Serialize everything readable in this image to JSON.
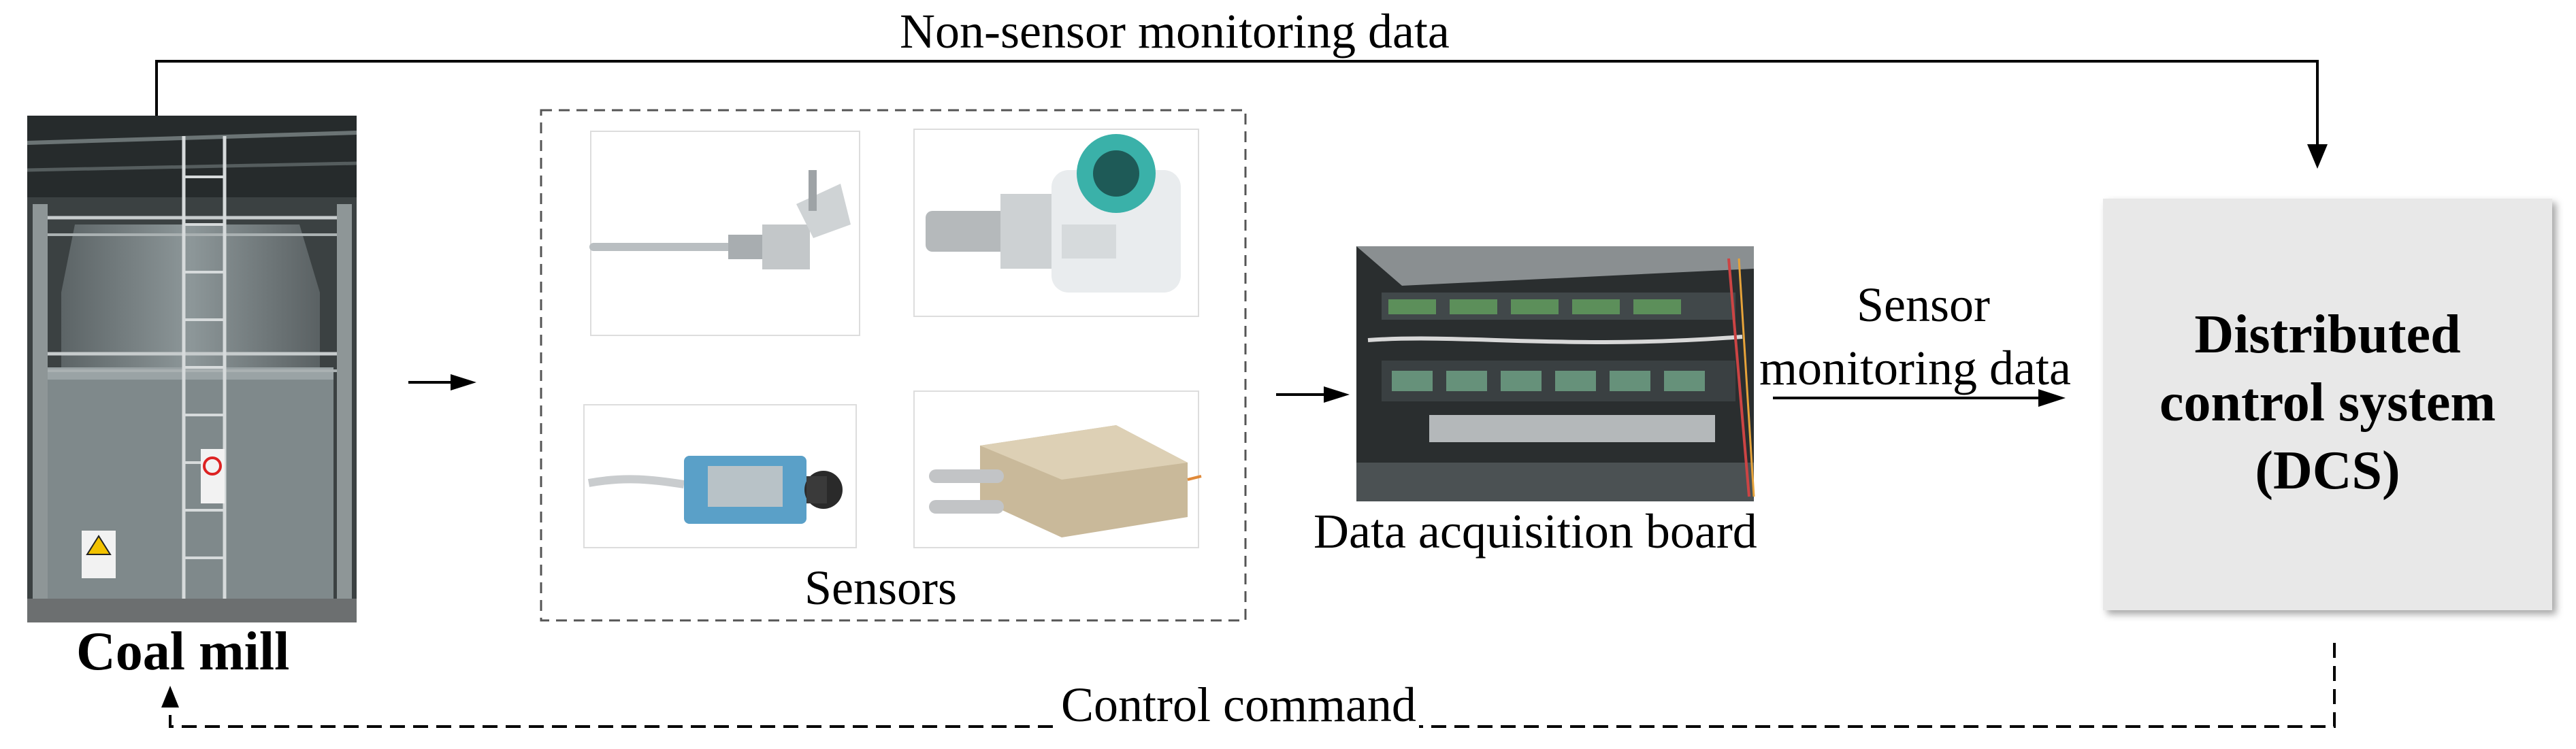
{
  "labels": {
    "non_sensor_data": "Non-sensor monitoring data",
    "coal_mill": "Coal mill",
    "sensors": "Sensors",
    "data_acquisition_board": "Data acquisition board",
    "sensor_data_line1": "Sensor",
    "sensor_data_line2": "monitoring data",
    "dcs_line1": "Distributed",
    "dcs_line2": "control system",
    "dcs_line3": "(DCS)",
    "control_command": "Control command"
  },
  "colors": {
    "dcs_fill": "#e8e8e8",
    "line": "#000000",
    "dashed_box": "#555555"
  }
}
